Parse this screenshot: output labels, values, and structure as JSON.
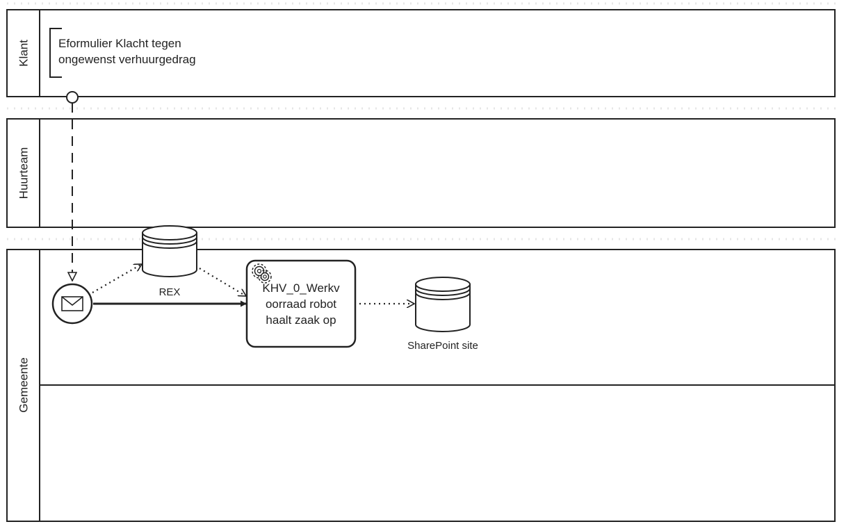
{
  "pools": [
    {
      "id": "klant",
      "label": "Klant"
    },
    {
      "id": "huurteam",
      "label": "Huurteam"
    },
    {
      "id": "gemeente",
      "label": "Gemeente"
    }
  ],
  "annotation": {
    "lines": [
      "Eformulier Klacht tegen",
      "ongewenst verhuurgedrag"
    ]
  },
  "start_event": {
    "type": "message-start-event",
    "icon": "envelope-icon"
  },
  "task": {
    "type": "service-task",
    "icon": "gear-icon",
    "lines": [
      "KHV_0_Werkv",
      "oorraad robot",
      "haalt zaak op"
    ]
  },
  "data_stores": [
    {
      "id": "rex",
      "label": "REX"
    },
    {
      "id": "sharepoint",
      "label": "SharePoint site"
    }
  ],
  "colors": {
    "stroke": "#222222",
    "background": "#ffffff",
    "separator": "#e6e6e6"
  }
}
